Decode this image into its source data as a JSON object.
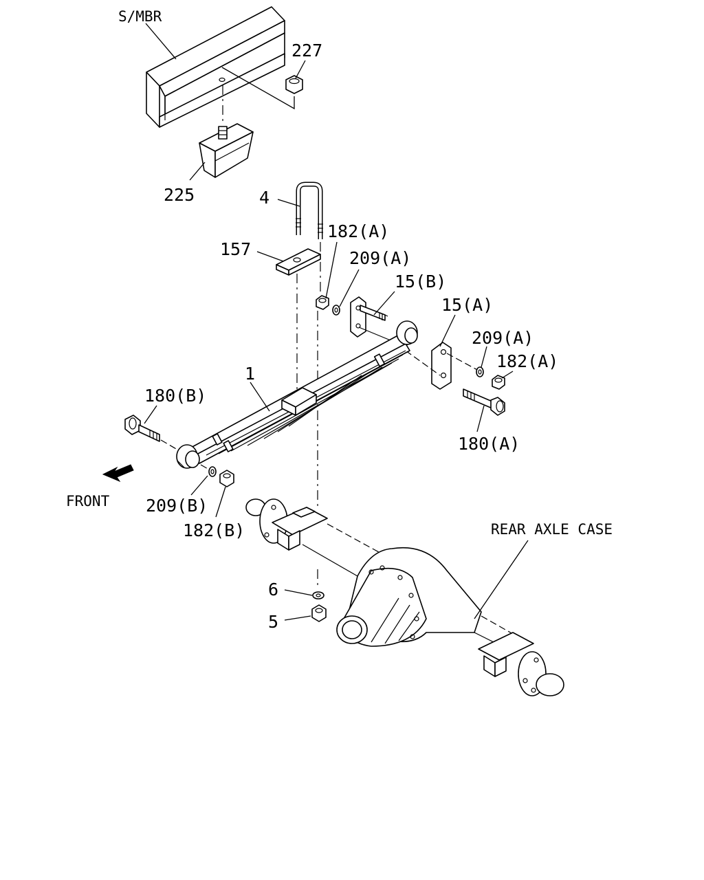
{
  "labels": {
    "s_mbr": "S/MBR",
    "p227": "227",
    "p225": "225",
    "p4": "4",
    "p157": "157",
    "p182a_top": "182(A)",
    "p209a_top": "209(A)",
    "p15b": "15(B)",
    "p15a": "15(A)",
    "p209a_right": "209(A)",
    "p182a_right": "182(A)",
    "p1": "1",
    "p180b": "180(B)",
    "p180a": "180(A)",
    "front": "FRONT",
    "p209b": "209(B)",
    "p182b": "182(B)",
    "rear_axle_case": "REAR AXLE CASE",
    "p6": "6",
    "p5": "5"
  },
  "colors": {
    "line": "#000000",
    "background": "#ffffff"
  }
}
